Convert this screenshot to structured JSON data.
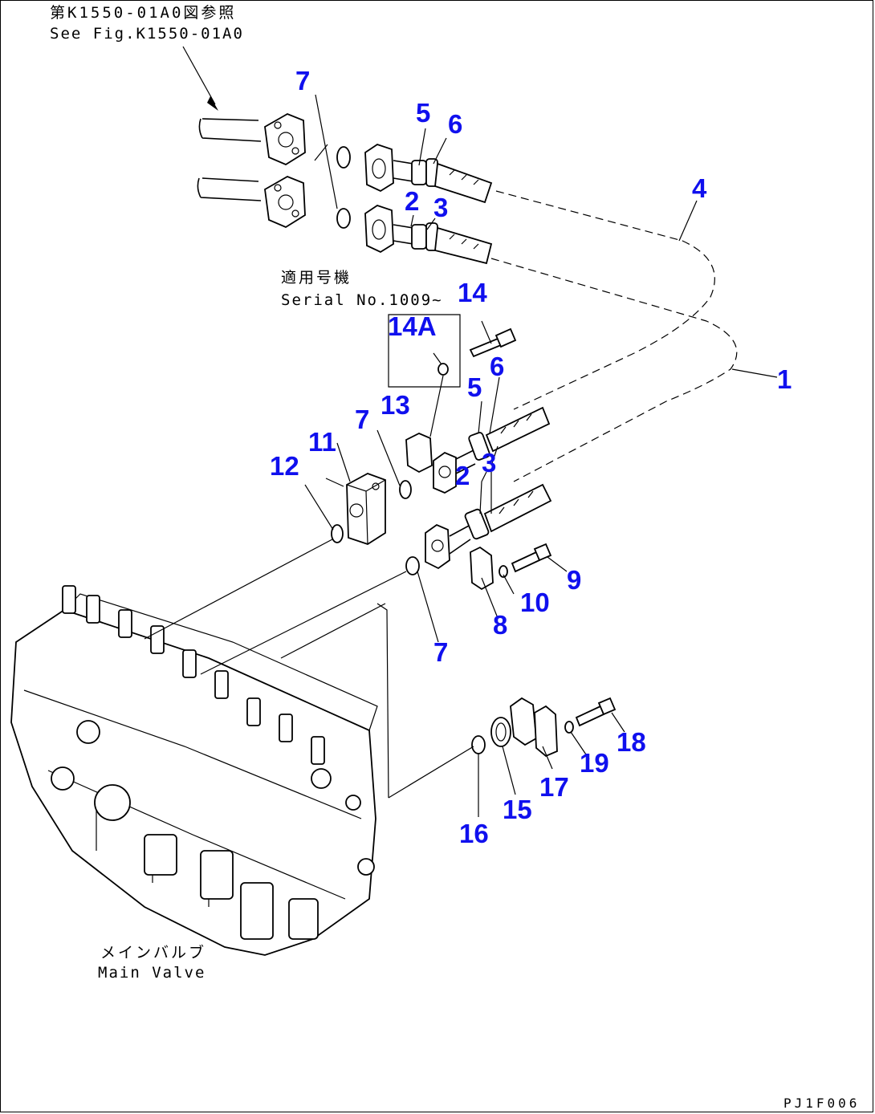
{
  "references": {
    "fig_ref_jp": "第K1550-01A0図参照",
    "fig_ref_en": "See Fig.K1550-01A0",
    "serial_jp": "適用号機",
    "serial_en": "Serial No.1009~",
    "main_valve_jp": "メインバルブ",
    "main_valve_en": "Main Valve"
  },
  "figure_code": "PJ1F006",
  "callouts": [
    "7",
    "5",
    "6",
    "2",
    "3",
    "4",
    "14",
    "14A",
    "6",
    "5",
    "1",
    "13",
    "7",
    "11",
    "12",
    "2",
    "3",
    "9",
    "10",
    "8",
    "7",
    "18",
    "19",
    "17",
    "15",
    "16"
  ],
  "colors": {
    "callout": "#1010ee",
    "line": "#000000"
  }
}
